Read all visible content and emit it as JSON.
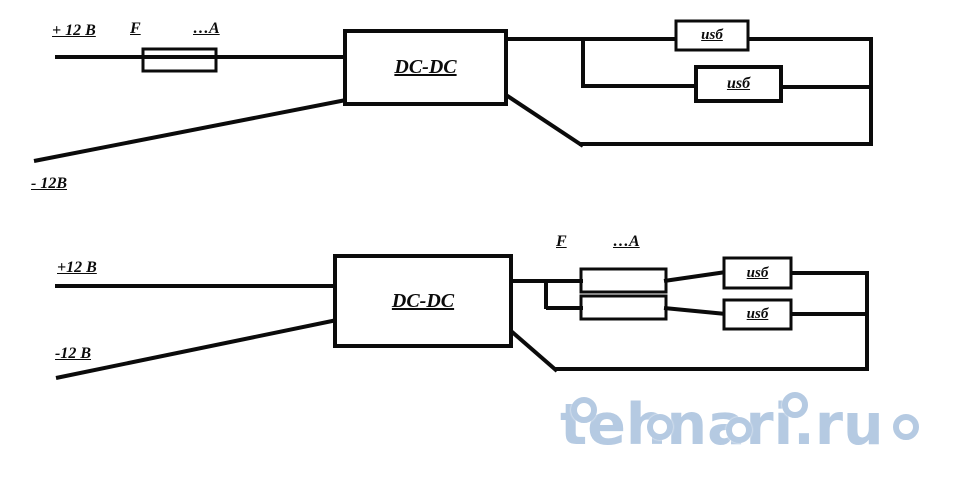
{
  "top_circuit": {
    "positive_input_label": "+ 12 В",
    "negative_input_label": "- 12В",
    "fuse_letter": "F",
    "fuse_rating": "…А",
    "converter_label": "DC-DC",
    "usb_port_1": "usб",
    "usb_port_2": "usб"
  },
  "bottom_circuit": {
    "positive_input_label": "+12 В",
    "negative_input_label": "-12 В",
    "fuse_letter": "F",
    "fuse_rating": "…А",
    "converter_label": "DC-DC",
    "usb_port_1": "usб",
    "usb_port_2": "usб"
  },
  "watermark": {
    "text": "tehnari.ru",
    "color": "#b5cae2"
  }
}
